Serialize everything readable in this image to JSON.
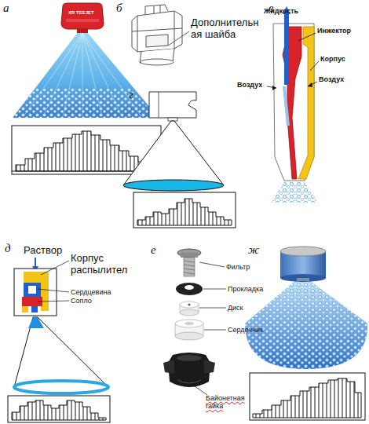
{
  "diagram": {
    "labels": [
      "а",
      "XR TEEJET",
      "б",
      "Дополнительн ая шайба",
      "в",
      "Жидкость",
      "Инжектор",
      "Корпус",
      "Воздух",
      "Воздух",
      "г",
      "д",
      "Раствор",
      "Корпус распылител",
      "Сердцевина",
      "Сопло",
      "е",
      "Фильтр",
      "Прокладка",
      "Диск",
      "Сердечник",
      "Байонетная гайка",
      "ж"
    ]
  }
}
